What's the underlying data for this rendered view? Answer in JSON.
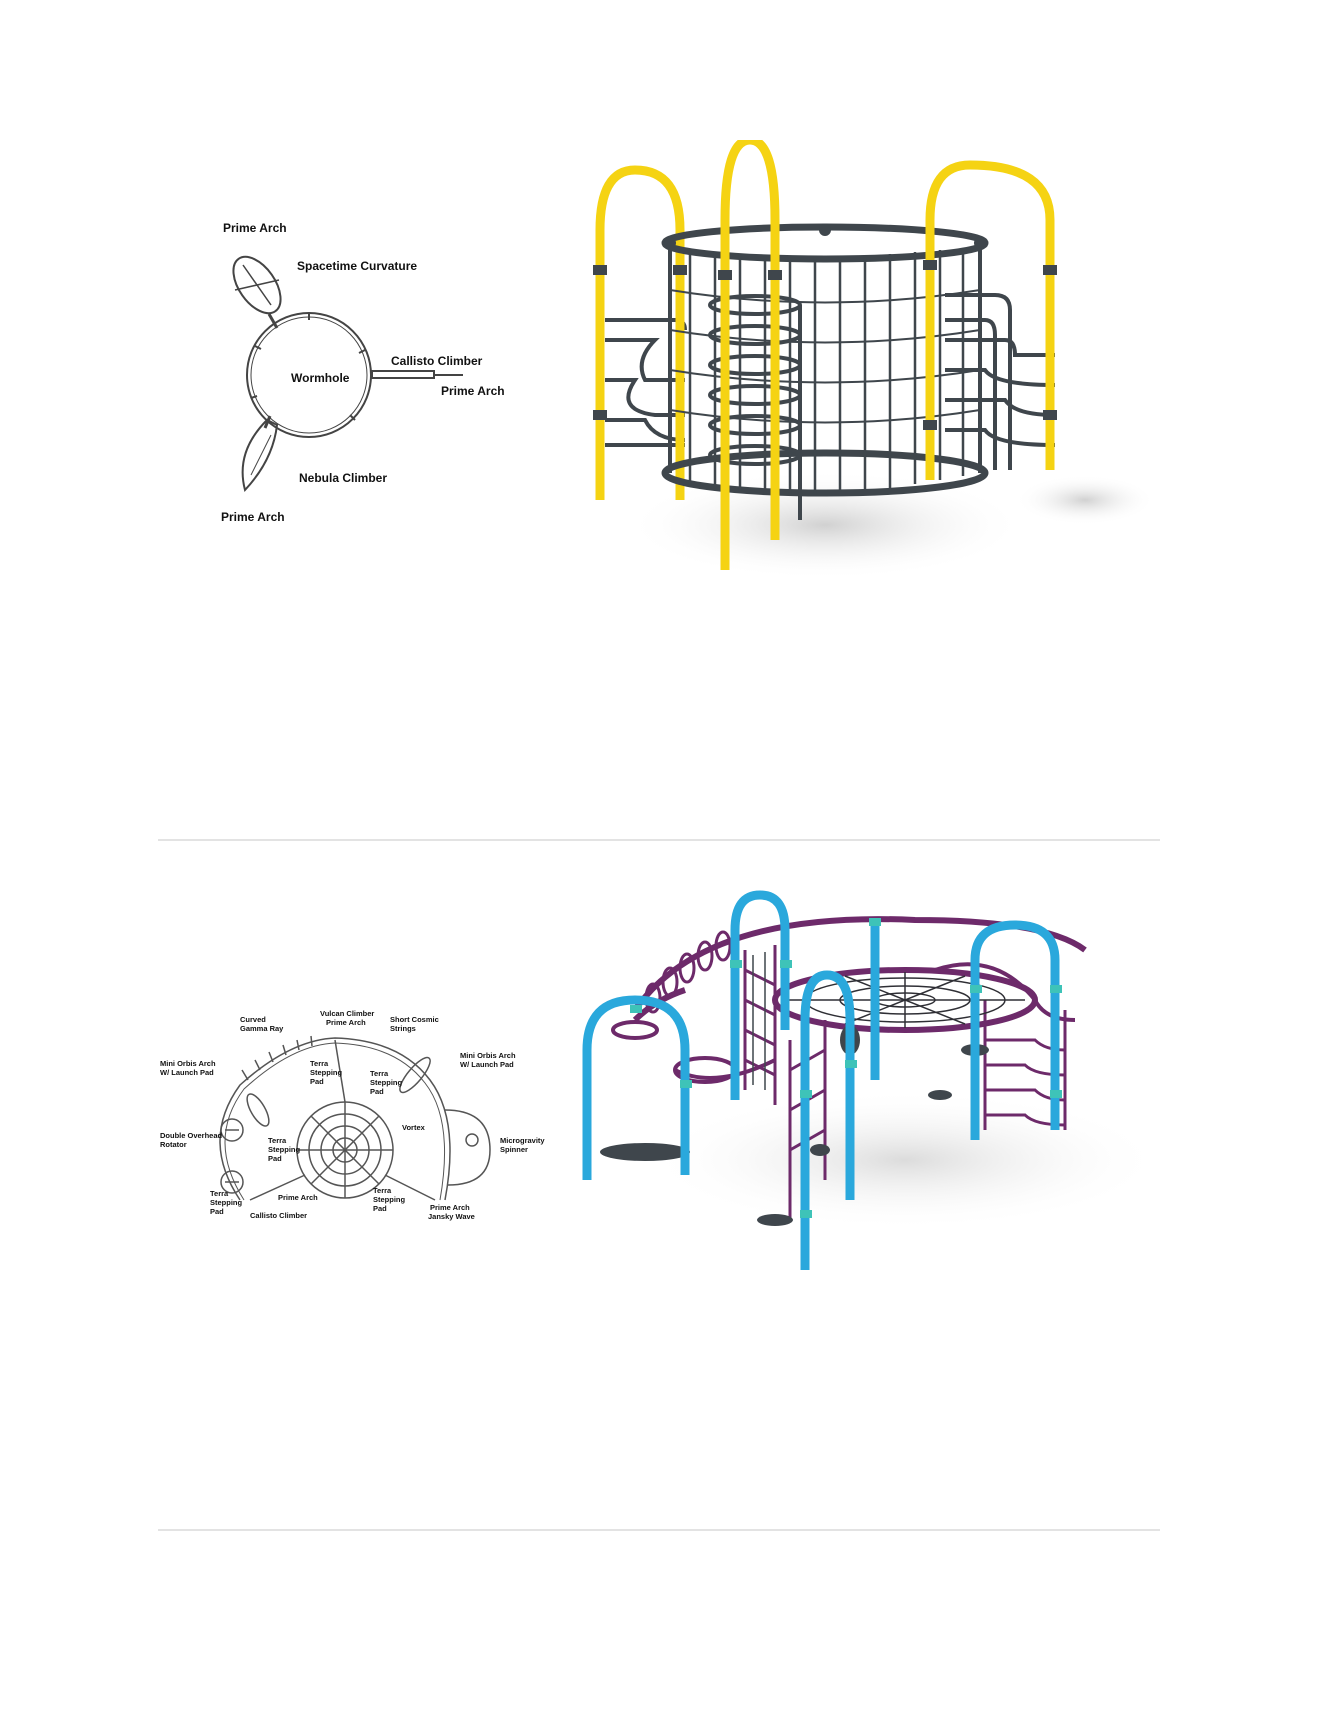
{
  "plan1": {
    "labels": {
      "prime_arch_top": "Prime Arch",
      "spacetime": "Spacetime Curvature",
      "wormhole": "Wormhole",
      "callisto": "Callisto Climber",
      "prime_arch_right": "Prime Arch",
      "nebula": "Nebula Climber",
      "prime_arch_bottom": "Prime Arch"
    }
  },
  "plan2": {
    "labels": {
      "curved_1": "Curved",
      "curved_2": "Gamma Ray",
      "vulcan_1": "Vulcan Climber",
      "vulcan_2": "Prime Arch",
      "short_1": "Short Cosmic",
      "short_2": "Strings",
      "orbis_left_1": "Mini Orbis Arch",
      "orbis_left_2": "W/ Launch Pad",
      "terra_top_1": "Terra",
      "terra_top_2": "Stepping",
      "terra_top_3": "Pad",
      "terra_right_1": "Terra",
      "terra_right_2": "Stepping",
      "terra_right_3": "Pad",
      "orbis_right_1": "Mini Orbis Arch",
      "orbis_right_2": "W/ Launch Pad",
      "vortex": "Vortex",
      "double_1": "Double Overhead",
      "double_2": "Rotator",
      "terra_mid_1": "Terra",
      "terra_mid_2": "Stepping",
      "terra_mid_3": "Pad",
      "micro_1": "Microgravity",
      "micro_2": "Spinner",
      "terra_low_1": "Terra",
      "terra_low_2": "Stepping",
      "terra_low_3": "Pad",
      "prime_arch_low": "Prime Arch",
      "terra_lowr_1": "Terra",
      "terra_lowr_2": "Stepping",
      "terra_lowr_3": "Pad",
      "prime_jansky_1": "Prime Arch",
      "prime_jansky_2": "Jansky Wave",
      "callisto_low": "Callisto Climber"
    }
  },
  "colors": {
    "yellow_post": "#f5d313",
    "gray_frame": "#3f464c",
    "blue_post": "#2aa8dc",
    "purple_frame": "#6d2a6a",
    "teal_clamp": "#3ec3b8",
    "divider": "#e3e3e3"
  }
}
